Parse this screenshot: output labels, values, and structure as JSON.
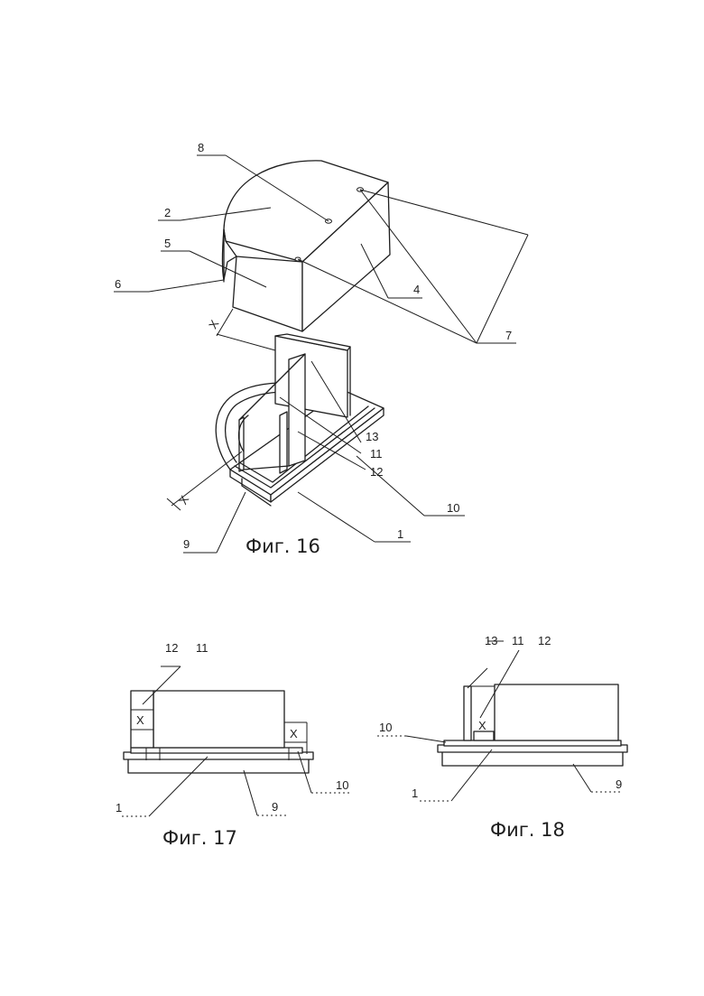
{
  "fig16": {
    "caption": "Фиг. 16",
    "labels": {
      "l8": "8",
      "l2": "2",
      "l5": "5",
      "l6": "6",
      "l4": "4",
      "l7": "7",
      "lx_top": "X",
      "l13": "13",
      "l11": "11",
      "l12": "12",
      "l10": "10",
      "lx_bot": "X",
      "l9": "9",
      "l1": "1"
    }
  },
  "fig17": {
    "caption": "Фиг. 17",
    "labels": {
      "l12": "12",
      "l11": "11",
      "lx_left": "X",
      "lx_right": "X",
      "l10": "10",
      "l9": "9",
      "l1": "1"
    }
  },
  "fig18": {
    "caption": "Фиг. 18",
    "labels": {
      "l13": "13",
      "l11": "11",
      "l12": "12",
      "lx": "X",
      "l10": "10",
      "l1": "1",
      "l9": "9"
    }
  }
}
